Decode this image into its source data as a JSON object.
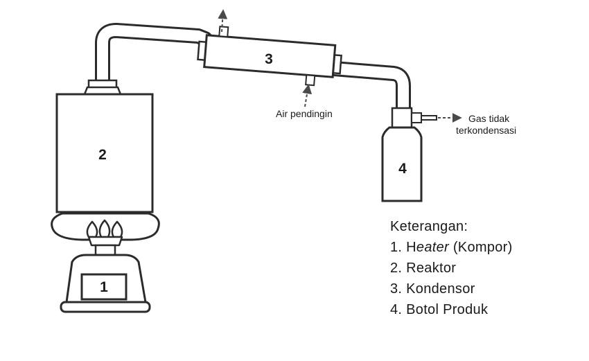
{
  "labels": {
    "heater_number": "1",
    "reactor_number": "2",
    "condenser_number": "3",
    "bottle_number": "4",
    "cooling_water": "Air pendingin",
    "gas_line1": "Gas tidak",
    "gas_line2": "terkondensasi"
  },
  "legend": {
    "title": "Keterangan:",
    "item1_prefix": "1. H",
    "item1_italic": "eater",
    "item1_suffix": " (Kompor)",
    "item2": "2. Reaktor",
    "item3": "3. Kondensor",
    "item4": "4. Botol Produk"
  },
  "colors": {
    "stroke": "#2b2b2b",
    "arrow": "#4a4a4a",
    "fill": "#ffffff"
  }
}
